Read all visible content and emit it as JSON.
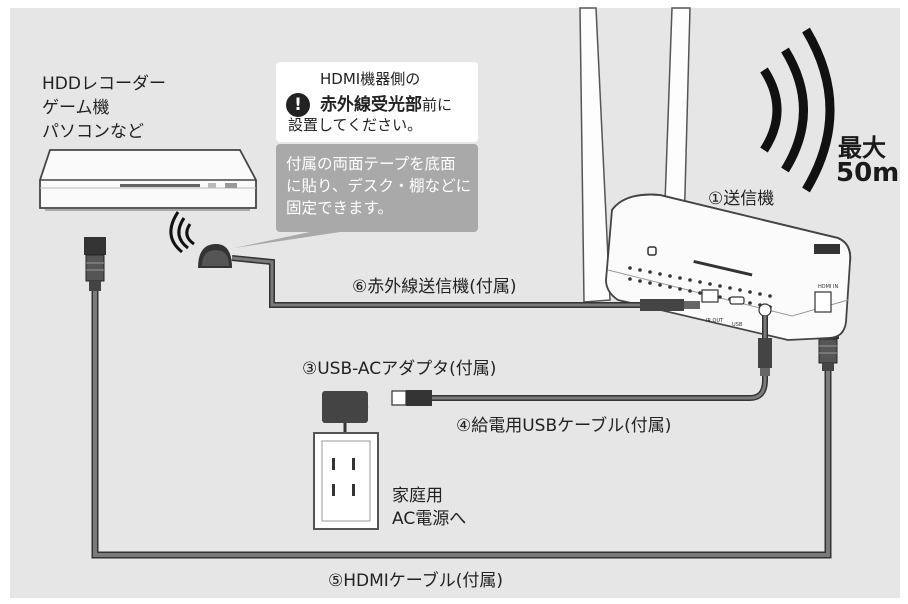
{
  "source_device": {
    "lines": [
      "HDDレコーダー",
      "ゲーム機",
      "パソコンなど"
    ]
  },
  "callout": {
    "warning_icon": "exclamation-icon",
    "line1": "HDMI機器側の",
    "line2_bold": "赤外線受光部",
    "line2_rest": "前に",
    "line3": "設置してください。",
    "tip_lines": [
      "付属の両面テープを底面",
      "に貼り、デスク・棚などに",
      "固定できます。"
    ]
  },
  "range": {
    "label": "最大",
    "value": "50m"
  },
  "labels": {
    "transmitter": "①送信機",
    "ac_adapter": "③USB-ACアダプタ(付属)",
    "usb_cable": "④給電用USBケーブル(付属)",
    "hdmi_cable": "⑤HDMIケーブル(付属)",
    "ir_transmitter": "⑥赤外線送信機(付属)",
    "outlet_lines": [
      "家庭用",
      "AC電源へ"
    ]
  },
  "device_ports": {
    "ir_out": "IR OUT",
    "usb": "USB",
    "hdmi": "HDMI IN"
  },
  "colors": {
    "background": "#e6e6e6",
    "cable": "#5a5a5a",
    "device": "#ffffff",
    "text": "#222222",
    "tip_box": "#a9a9a9"
  }
}
